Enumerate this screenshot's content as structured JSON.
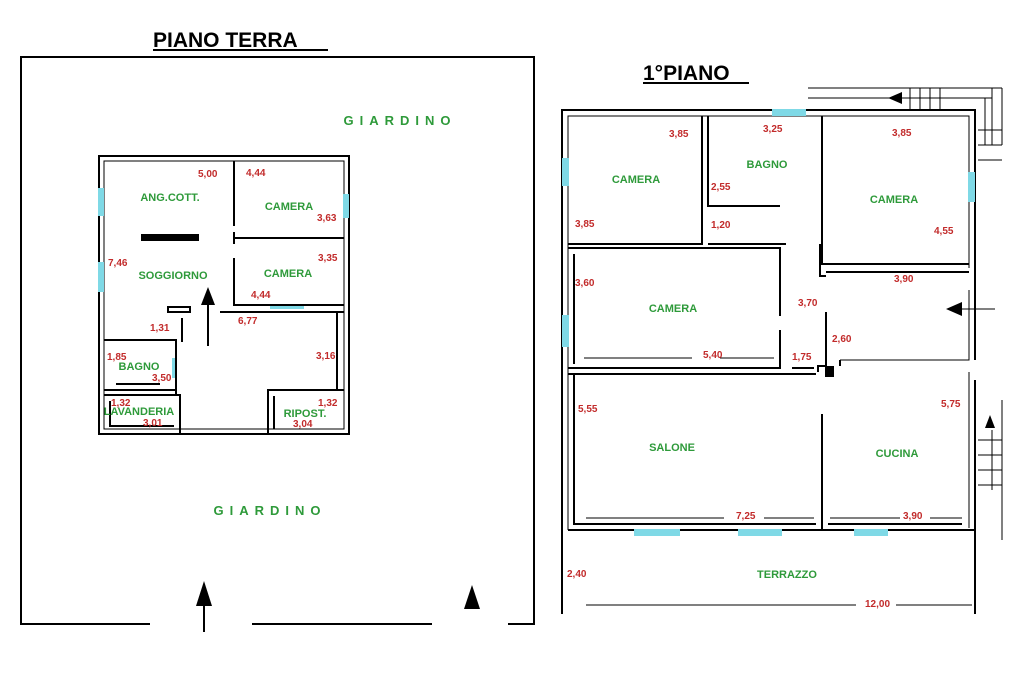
{
  "ground_floor": {
    "title": "PIANO TERRA",
    "gardens": [
      "GIARDINO",
      "GIARDINO"
    ],
    "rooms": [
      "ANG.COTT.",
      "CAMERA",
      "CAMERA",
      "SOGGIORNO",
      "BAGNO",
      "LAVANDERIA",
      "RIPOST."
    ],
    "dims": [
      "5,00",
      "4,44",
      "3,63",
      "3,35",
      "4,44",
      "7,46",
      "1,31",
      "6,77",
      "1,85",
      "3,50",
      "3,16",
      "1,32",
      "3,01",
      "1,32",
      "3,04"
    ]
  },
  "first_floor": {
    "title": "1°PIANO",
    "rooms": [
      "CAMERA",
      "BAGNO",
      "CAMERA",
      "CAMERA",
      "SALONE",
      "CUCINA",
      "TERRAZZO"
    ],
    "dims": [
      "3,85",
      "3,25",
      "3,85",
      "2,55",
      "3,85",
      "1,20",
      "4,55",
      "3,60",
      "3,90",
      "3,70",
      "2,60",
      "5,40",
      "1,75",
      "5,55",
      "5,75",
      "7,25",
      "3,90",
      "2,40",
      "12,00"
    ]
  },
  "colors": {
    "room_label": "#2e9a3a",
    "dimension": "#c22b2b",
    "window": "#7fd9e6",
    "wall": "#000000"
  }
}
